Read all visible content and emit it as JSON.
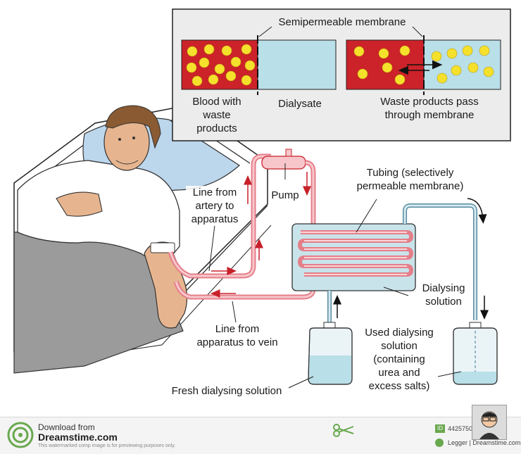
{
  "inset": {
    "membrane_title": "Semipermeable membrane",
    "blood_label": [
      "Blood with",
      "waste",
      "products"
    ],
    "dialysate_label": "Dialysate",
    "pass_label": [
      "Waste products pass",
      "through membrane"
    ]
  },
  "labels": {
    "artery_line": [
      "Line from",
      "artery to",
      "apparatus"
    ],
    "pump": "Pump",
    "tubing": [
      "Tubing (selectively",
      "permeable membrane)"
    ],
    "dialysing_solution": [
      "Dialysing",
      "solution"
    ],
    "vein_line": [
      "Line from",
      "apparatus to vein"
    ],
    "used_solution": [
      "Used dialysing",
      "solution",
      "(containing",
      "urea and",
      "excess salts)"
    ],
    "fresh_solution": "Fresh dialysing solution"
  },
  "footer": {
    "download_from": "Download from",
    "site": "Dreamstime.com",
    "note": "This watermarked comp image is for previewing purposes only.",
    "id_text": "44257508",
    "credit": "Legger | Dreamstime.com"
  },
  "colors": {
    "blood": "#cc2229",
    "dialysate": "#b9dfe8",
    "tube_red": "#f2a7ae",
    "tube_blue": "#c9e3ea",
    "particle": "#f5e12c"
  }
}
